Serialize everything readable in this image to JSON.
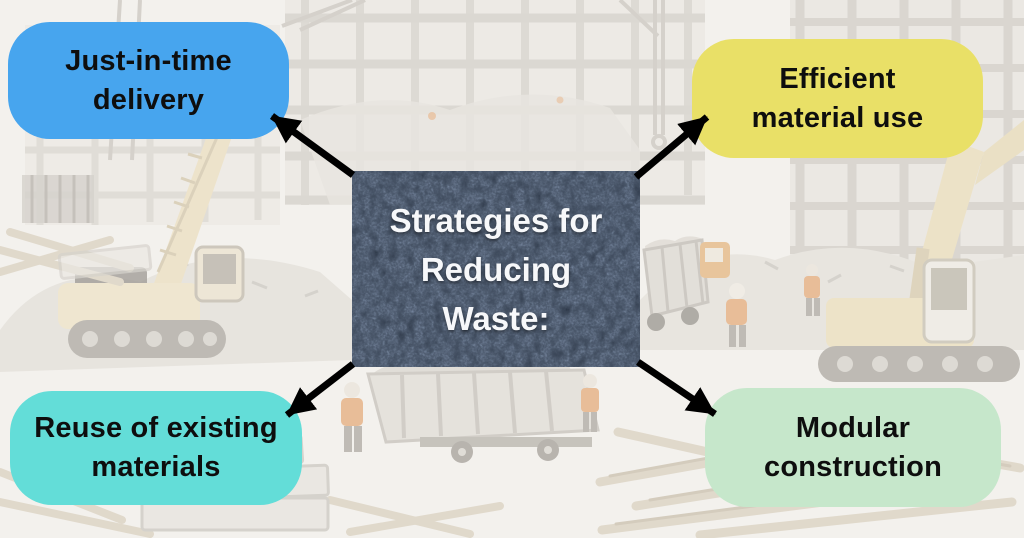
{
  "colors": {
    "page_bg": "#f3f1ed",
    "node_jit": "#47a5ee",
    "node_eff": "#e9e067",
    "node_reuse": "#63ddd8",
    "node_mod": "#c6e7cb",
    "node_text": "#0e0e0e",
    "center_bg": "#212b39",
    "center_text": "#f7f8fa",
    "arrow": "#000000"
  },
  "center": {
    "label": "Strategies for Reducing Waste:",
    "lines": [
      "Strategies for",
      "Reducing",
      "Waste:"
    ]
  },
  "nodes": [
    {
      "id": "just-in-time-delivery",
      "position": "top-left",
      "color": "#47a5ee",
      "label": "Just-in-time delivery",
      "lines": [
        "Just-in-time",
        "delivery"
      ]
    },
    {
      "id": "efficient-material-use",
      "position": "top-right",
      "color": "#e9e067",
      "label": "Efficient material use",
      "lines": [
        "Efficient",
        "material use"
      ]
    },
    {
      "id": "reuse-of-existing-materials",
      "position": "bottom-left",
      "color": "#63ddd8",
      "label": "Reuse of existing materials",
      "lines": [
        "Reuse of existing",
        "materials"
      ]
    },
    {
      "id": "modular-construction",
      "position": "bottom-right",
      "color": "#c6e7cb",
      "label": "Modular construction",
      "lines": [
        "Modular",
        "construction"
      ]
    }
  ],
  "background": {
    "scene": "Faded construction and demolition site with tower crane, excavators, debris container truck, rubble piles, lumber and workers in orange vests"
  }
}
